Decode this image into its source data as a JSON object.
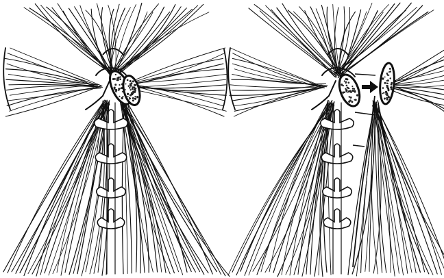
{
  "figure": {
    "panels": [
      {
        "id": "left",
        "state": "bone fragment in place"
      },
      {
        "id": "right",
        "state": "bone fragment displaced laterally"
      }
    ],
    "colors": {
      "ink": "#111111",
      "paper": "#ffffff",
      "stipple": "#222222"
    },
    "icons": {
      "displacement": "arrow-right-icon"
    }
  }
}
